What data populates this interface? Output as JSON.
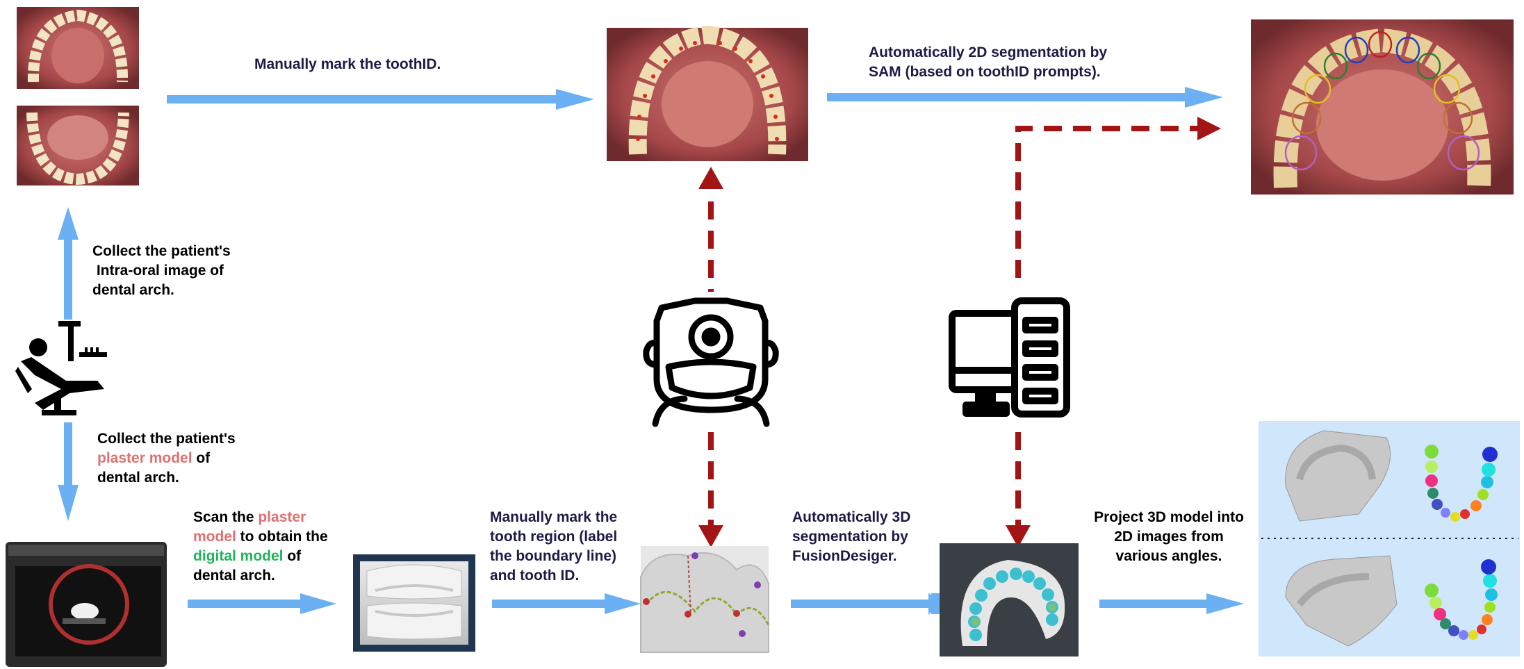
{
  "colors": {
    "blue_arrow": "#6ab0f3",
    "red_dashed_arrow": "#a31515",
    "plaster_highlight": "#e07070",
    "digital_highlight": "#21b35c",
    "navy_text": "#1b1b46",
    "panel_bg": "#cfe6fb"
  },
  "steps": {
    "mark_tooth_id": "Manually mark the toothID.",
    "auto_2d_seg": [
      "Automatically 2D segmentation by",
      "SAM (based on toothID prompts)."
    ],
    "collect_image": [
      "Collect the patient's",
      " Intra-oral image of",
      "dental arch."
    ],
    "collect_plaster": {
      "line1": "Collect the patient's",
      "highlight": "plaster model",
      "after": " of",
      "line3": "dental arch."
    },
    "scan": {
      "l1_a": "Scan the ",
      "l1_b": "plaster",
      "l2_a": "model",
      "l2_b": " to obtain the",
      "l3_a": "digital model",
      "l3_b": " of",
      "l4": "dental arch."
    },
    "mark_region": [
      "Manually mark the",
      "tooth region (label",
      "the boundary line)",
      "and tooth ID."
    ],
    "auto_3d_seg": [
      "Automatically 3D",
      "segmentation by",
      "FusionDesiger."
    ],
    "project": [
      "Project 3D model into",
      "2D images from",
      "various angles."
    ]
  },
  "icons": {
    "dentist_chair": "dentist-chair-icon",
    "dentist": "dentist-with-head-mirror-icon",
    "computer": "desktop-computer-icon",
    "scanner": "3d-scanner-device"
  }
}
